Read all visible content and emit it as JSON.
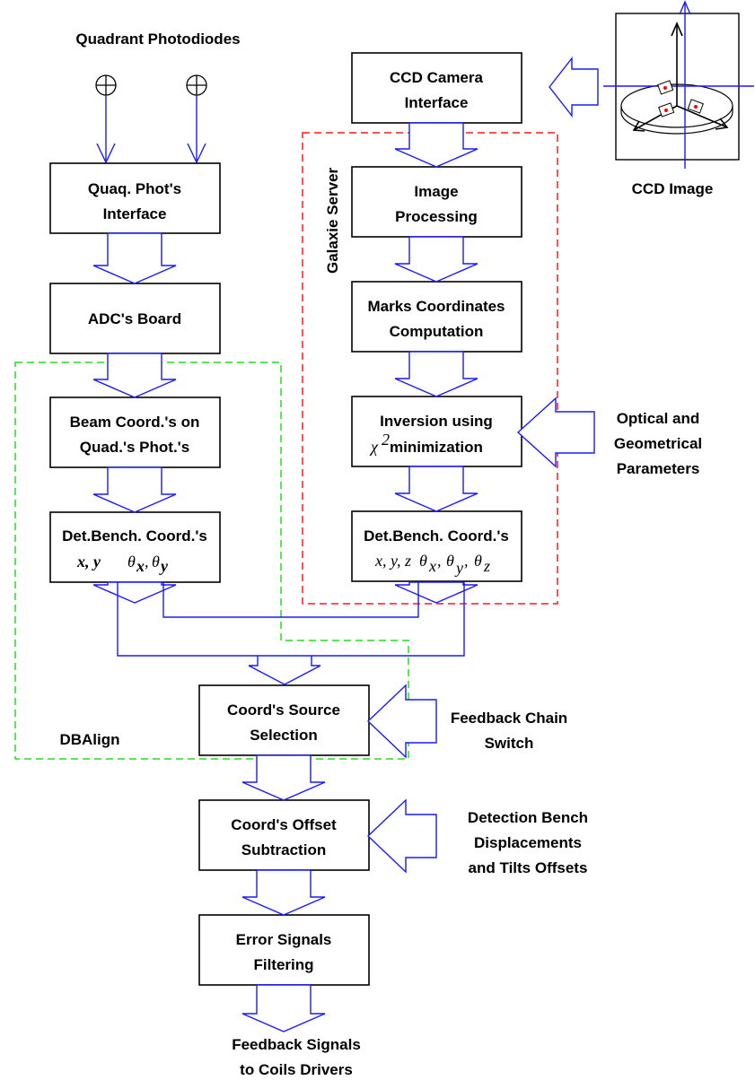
{
  "inputs": {
    "quadrant_photodiodes": "Quadrant Photodiodes",
    "ccd_image": "CCD Image",
    "optical_params": [
      "Optical and",
      "Geometrical",
      "Parameters"
    ],
    "feedback_switch": [
      "Feedback Chain",
      "Switch"
    ],
    "detection_offsets": [
      "Detection Bench",
      "Displacements",
      "and Tilts Offsets"
    ],
    "output": [
      "Feedback Signals",
      "to Coils Drivers"
    ]
  },
  "regions": {
    "galaxie_server": "Galaxie Server",
    "dbalign": "DBAlign"
  },
  "left_chain": {
    "quad_interface": [
      "Quaq. Phot's",
      "Interface"
    ],
    "adc_board": "ADC's Board",
    "beam_coords": [
      "Beam Coord.'s on",
      "Quad.'s Phot.'s"
    ],
    "det_bench_title": "Det.Bench. Coord.'s",
    "det_bench_xy": "x, y",
    "theta": "θ",
    "sub_x": "x",
    "sub_y": "y",
    "comma": ","
  },
  "right_chain": {
    "ccd_interface": [
      "CCD Camera",
      "Interface"
    ],
    "image_processing": [
      "Image",
      "Processing"
    ],
    "marks_coords": [
      "Marks Coordinates",
      "Computation"
    ],
    "inversion_line1": "Inversion using",
    "chi": "χ",
    "sup_2": "2",
    "minimization": "minimization",
    "det_bench_title": "Det.Bench. Coord.'s",
    "det_bench_xyz": "x, y, z",
    "sub_z": "z"
  },
  "bottom_chain": {
    "source_selection": [
      "Coord's Source",
      "Selection"
    ],
    "offset_subtraction": [
      "Coord's Offset",
      "Subtraction"
    ],
    "error_filtering": [
      "Error Signals",
      "Filtering"
    ]
  },
  "colors": {
    "arrows": "#1a1aff",
    "galaxie_boundary": "#ff1a1a",
    "dbalign_boundary": "#22dd22",
    "marks": "#ff0000"
  }
}
